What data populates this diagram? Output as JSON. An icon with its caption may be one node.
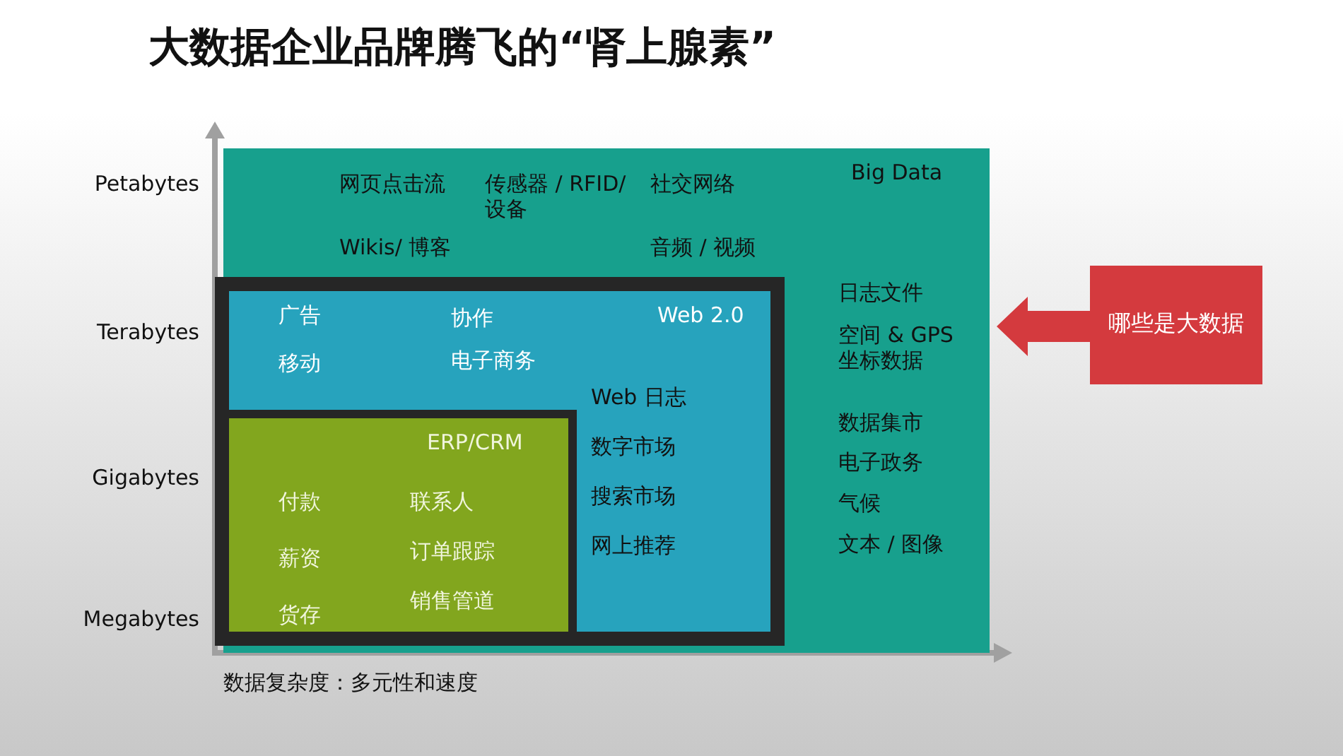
{
  "diagram": {
    "title": "大数据企业品牌腾飞的“肾上腺素”",
    "nodes": [
      {
        "text": [
          "Big Data",
          "网页点击流",
          "Wikis/ 博客",
          "传感器 / RFID/ 设备",
          "社交网络",
          "音频 / 视频",
          "日志文件",
          "空间 & GPS 坐标数据",
          "数据集市",
          "电子政务",
          "气候",
          "文本 / 图像"
        ]
      },
      {
        "text": [
          "Web 2.0",
          "广告",
          "移动",
          "协作",
          "电子商务",
          "Web 日志",
          "数字市场",
          "搜索市场",
          "网上推荐"
        ],
        "in": 0
      },
      {
        "text": [
          "ERP/CRM",
          "付款",
          "薪资",
          "货存",
          "联系人",
          "订单跟踪",
          "销售管道"
        ],
        "in": 1
      },
      {
        "text": [
          "哪些是大数据"
        ]
      }
    ],
    "edges": [],
    "labels": [
      "Petabytes",
      "Terabytes",
      "Gigabytes",
      "Megabytes",
      "数据复杂度：多元性和速度"
    ]
  }
}
